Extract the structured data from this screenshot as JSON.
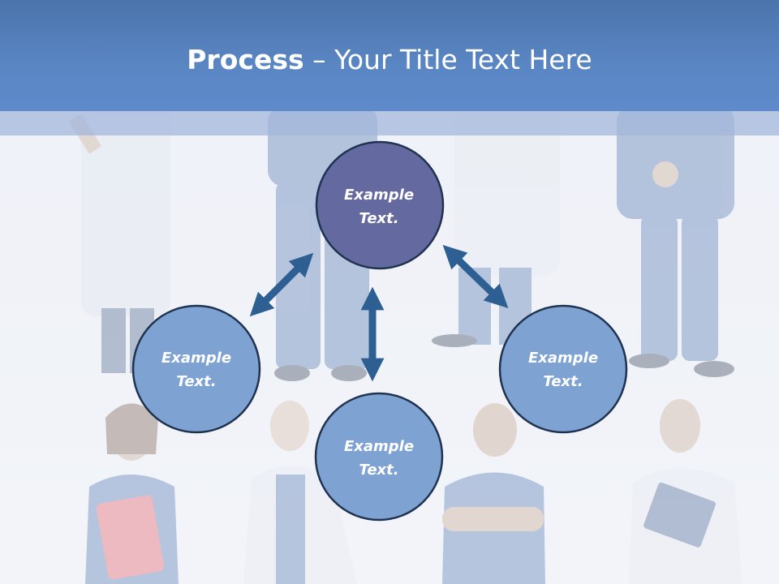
{
  "title": {
    "bold": "Process",
    "separator": " – ",
    "rest": "Your Title Text Here"
  },
  "nodes": [
    {
      "line1": "Example",
      "line2": "Text."
    },
    {
      "line1": "Example",
      "line2": "Text."
    },
    {
      "line1": "Example",
      "line2": "Text."
    },
    {
      "line1": "Example",
      "line2": "Text."
    }
  ],
  "colors": {
    "title_bar": "#5a86c4",
    "top_node_fill": "#646aa0",
    "node_fill": "#7ea3d3",
    "node_stroke": "#1f3350",
    "arrow": "#2d5f93"
  },
  "icons": {
    "arrows": [
      "double-arrow-diagonal-left",
      "double-arrow-diagonal-right",
      "double-arrow-vertical"
    ]
  }
}
